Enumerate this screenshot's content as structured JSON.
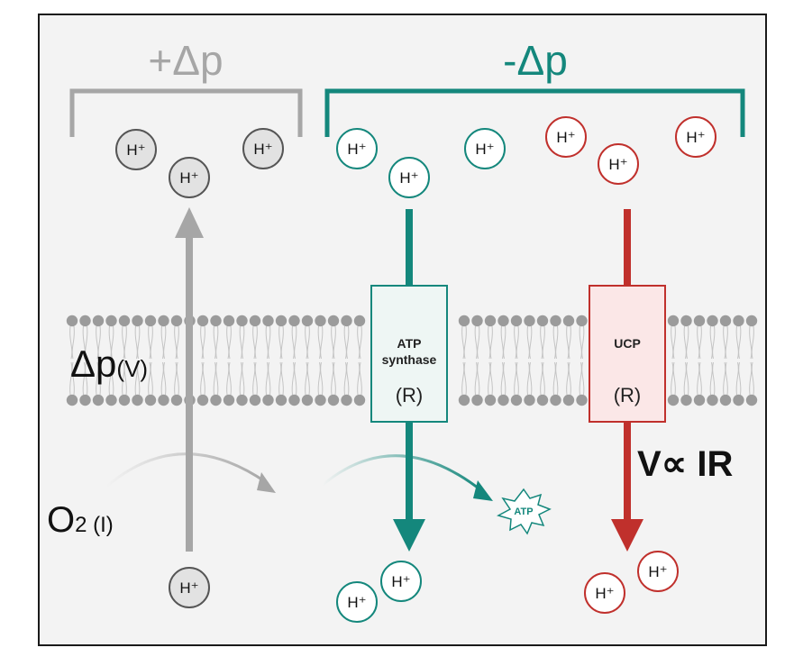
{
  "labels": {
    "plus_dp": "+Δp",
    "minus_dp": "-Δp",
    "dp_v_main": "Δp",
    "dp_v_sub": "(V)",
    "o2_main": "O",
    "o2_sub": "2 (I)",
    "atp_synthase_line1": "ATP",
    "atp_synthase_line2": "synthase",
    "atp_synthase_r": "(R)",
    "ucp": "UCP",
    "ucp_r": "(R)",
    "v_ir": "V∝ IR",
    "atp_burst": "ATP",
    "proton": "H⁺"
  },
  "colors": {
    "gray": "#a6a6a6",
    "gray_dark": "#555555",
    "teal": "#14877c",
    "red": "#c0302c",
    "membrane": "#9b9b9b"
  }
}
